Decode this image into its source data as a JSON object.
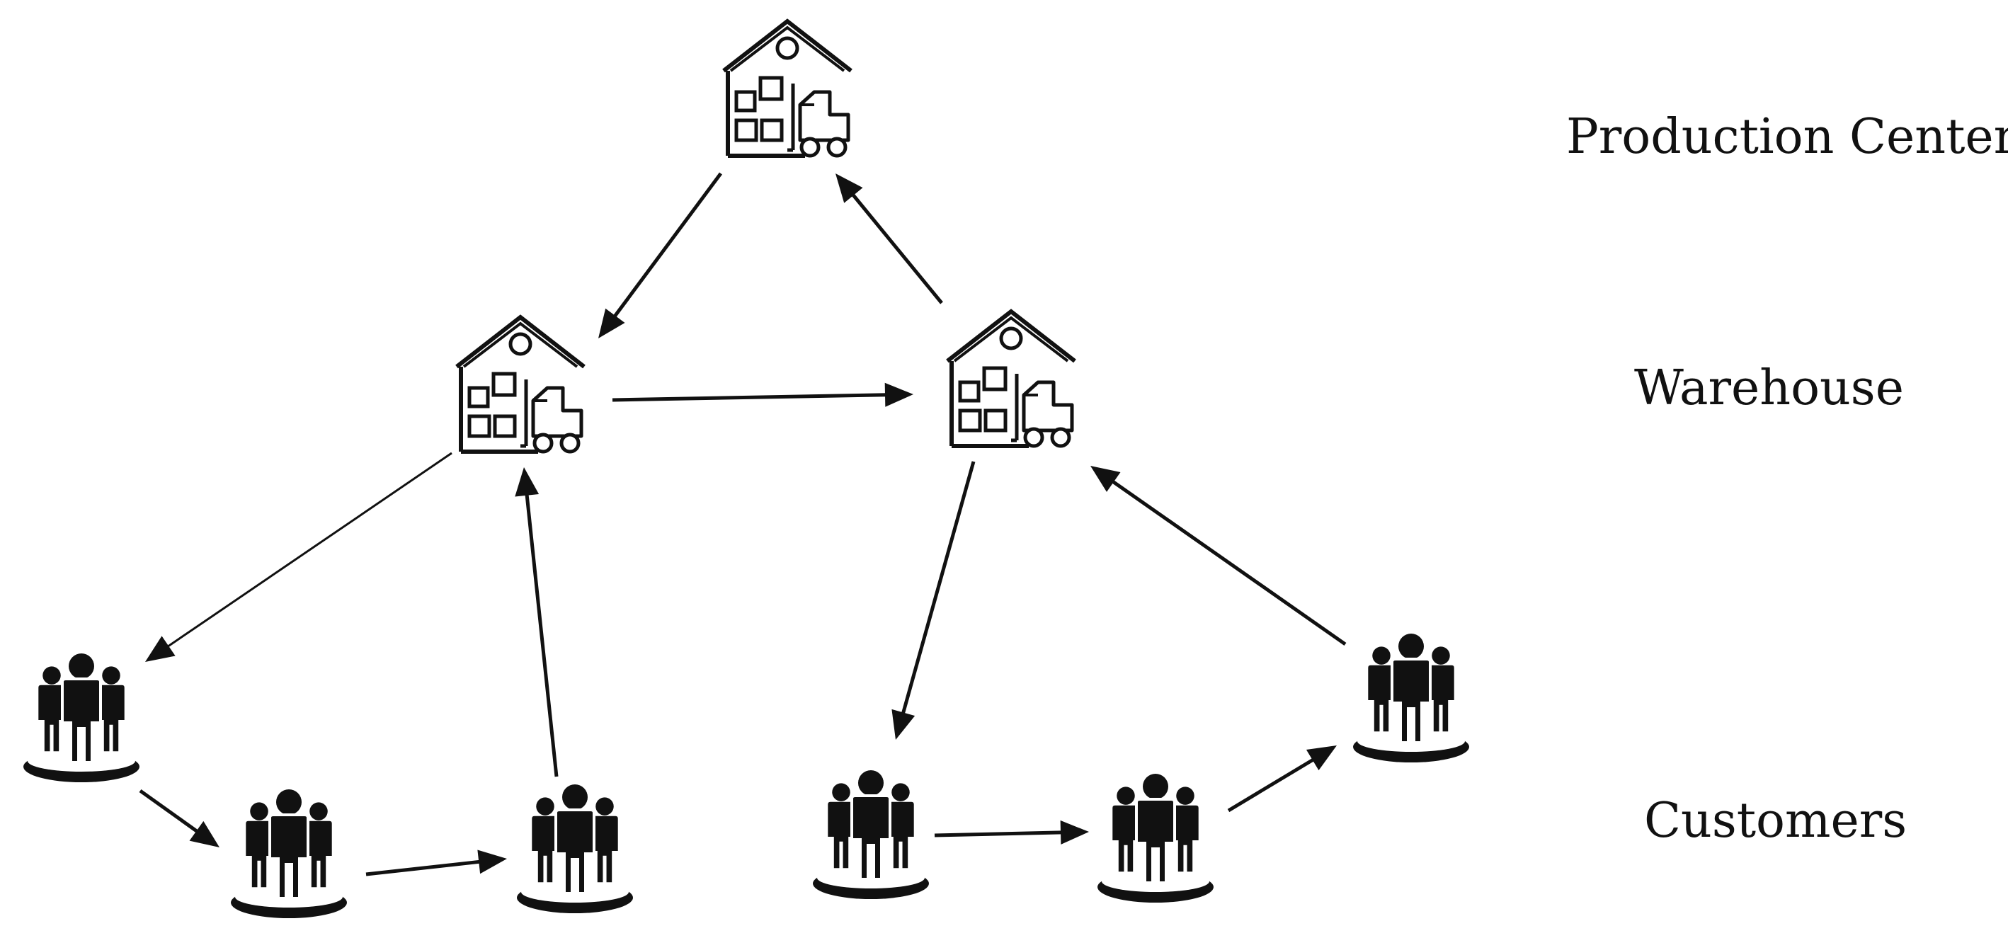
{
  "labels": {
    "production": "Production Center",
    "warehouse": "Warehouse",
    "customers": "Customers"
  },
  "icons": {
    "facility": "warehouse-forklift-icon",
    "customer": "customer-group-icon"
  },
  "colors": {
    "stroke": "#111111",
    "fill": "#111111",
    "background": "#ffffff"
  }
}
